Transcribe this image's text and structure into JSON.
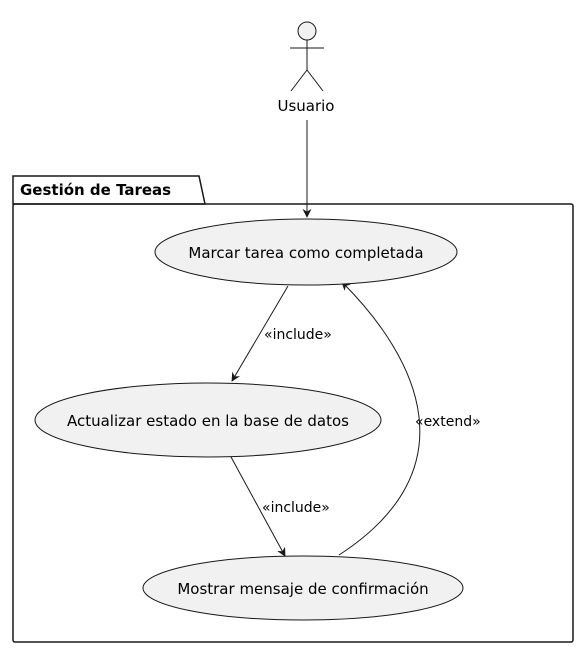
{
  "diagram": {
    "actor": {
      "name": "Usuario"
    },
    "package": {
      "title": "Gestión de Tareas"
    },
    "use_cases": {
      "marcar": "Marcar tarea como completada",
      "actualizar": "Actualizar estado en la base de datos",
      "mostrar": "Mostrar mensaje de confirmación"
    },
    "relations": {
      "include_1": "«include»",
      "include_2": "«include»",
      "extend": "«extend»"
    },
    "colors": {
      "case_fill": "#f1f1f1",
      "stroke": "#181818"
    }
  }
}
